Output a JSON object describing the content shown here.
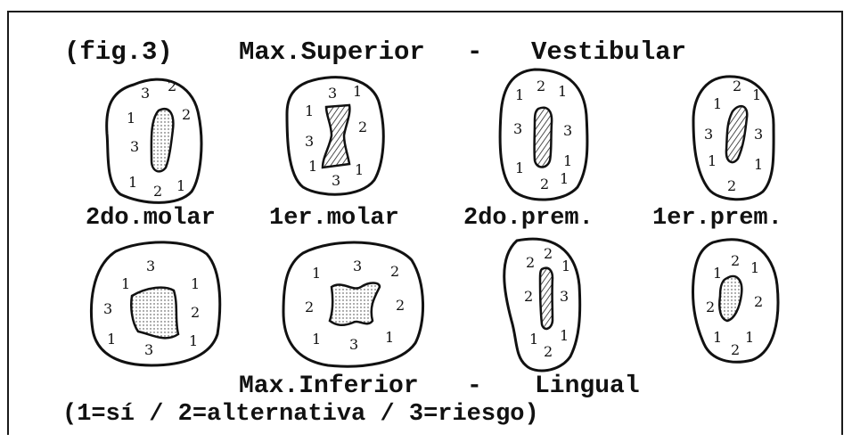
{
  "header": {
    "fig_label": "(fig.3)",
    "title_left": "Max.Superior",
    "dash": "-",
    "title_right": "Vestibular"
  },
  "tooth_labels": [
    "2do.molar",
    "1er.molar",
    "2do.prem.",
    "1er.prem."
  ],
  "upper_row": [
    {
      "tooth": "2do.molar",
      "numbers": [
        "3",
        "2",
        "1",
        "2",
        "3",
        "1",
        "2",
        "1"
      ]
    },
    {
      "tooth": "1er.molar",
      "numbers": [
        "3",
        "1",
        "1",
        "2",
        "3",
        "1",
        "3",
        "1"
      ]
    },
    {
      "tooth": "2do.prem.",
      "numbers": [
        "1",
        "2",
        "1",
        "3",
        "3",
        "1",
        "1",
        "2",
        "1"
      ]
    },
    {
      "tooth": "1er.prem.",
      "numbers": [
        "2",
        "1",
        "1",
        "3",
        "3",
        "1",
        "1",
        "2"
      ]
    }
  ],
  "lower_row": [
    {
      "tooth": "2do.molar",
      "numbers": [
        "1",
        "3",
        "1",
        "3",
        "2",
        "1",
        "3",
        "1"
      ]
    },
    {
      "tooth": "1er.molar",
      "numbers": [
        "1",
        "3",
        "2",
        "2",
        "2",
        "1",
        "3",
        "1"
      ]
    },
    {
      "tooth": "2do.prem.",
      "numbers": [
        "2",
        "2",
        "1",
        "2",
        "3",
        "1",
        "2",
        "1"
      ]
    },
    {
      "tooth": "1er.prem.",
      "numbers": [
        "1",
        "2",
        "1",
        "2",
        "2",
        "1",
        "2",
        "1"
      ]
    }
  ],
  "footer": {
    "title_left": "Max.Inferior",
    "dash": "-",
    "title_right": "Lingual",
    "legend": "(1=sí / 2=alternativa / 3=riesgo)"
  }
}
